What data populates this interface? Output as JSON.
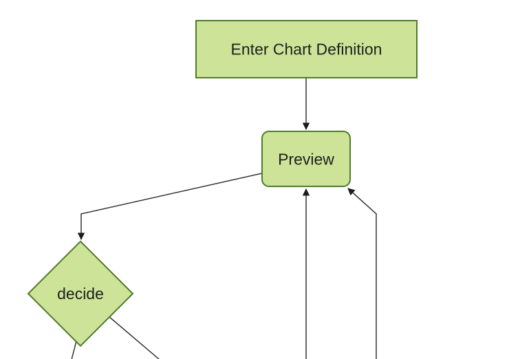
{
  "diagram": {
    "kind": "flowchart-preview",
    "background_color": "#ffffff",
    "colors": {
      "node_fill": "#cde498",
      "node_border": "#4e7a28",
      "edge_line": "#333333",
      "arrowhead": "#1c1c1c",
      "label_text": "#1f1f1f"
    },
    "nodes": [
      {
        "id": "enter-chart-definition",
        "label": "Enter Chart Definition",
        "shape": "rectangle"
      },
      {
        "id": "preview",
        "label": "Preview",
        "shape": "rounded-rectangle"
      },
      {
        "id": "decide",
        "label": "decide",
        "shape": "diamond"
      }
    ],
    "edges": [
      {
        "from": "enter-chart-definition",
        "to": "preview",
        "arrowhead": true
      },
      {
        "from": "preview",
        "to": "decide",
        "arrowhead": true
      },
      {
        "from": "decide",
        "to": "offscreen-bottom-left",
        "arrowhead": false
      },
      {
        "from": "decide",
        "to": "offscreen-bottom-right",
        "arrowhead": false
      },
      {
        "from": "offscreen-bottom",
        "to": "preview",
        "arrowhead": true
      },
      {
        "from": "offscreen-bottom-right",
        "to": "preview",
        "arrowhead": true
      }
    ]
  }
}
